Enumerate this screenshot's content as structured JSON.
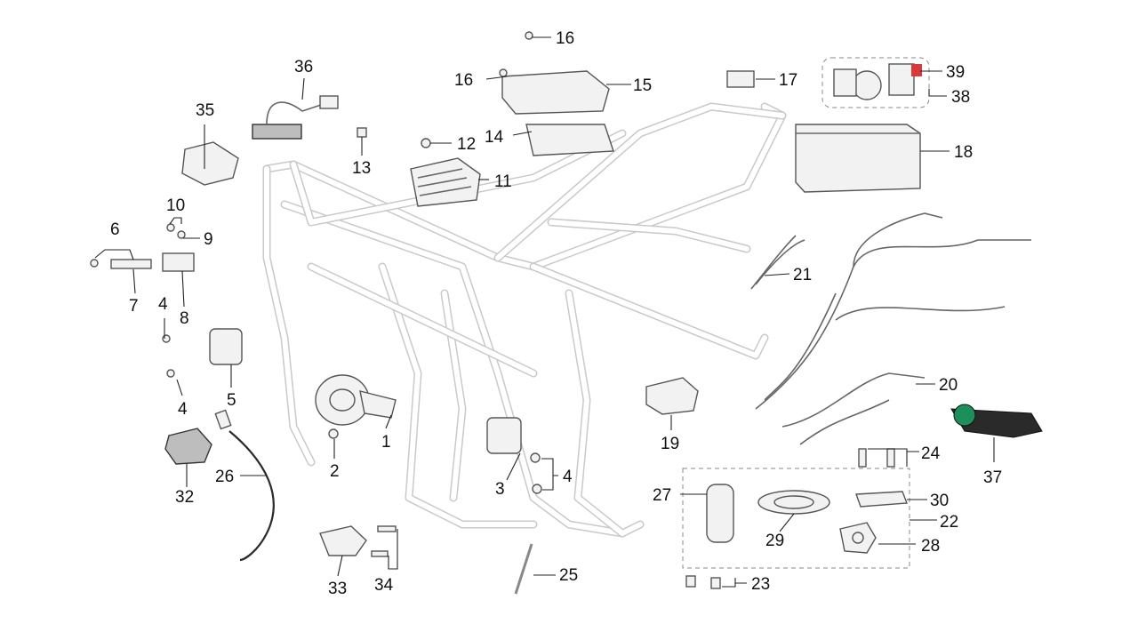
{
  "callouts": {
    "c1": "1",
    "c2": "2",
    "c3": "3",
    "c4a": "4",
    "c4b": "4",
    "c4c": "4",
    "c5": "5",
    "c6": "6",
    "c7": "7",
    "c8": "8",
    "c9": "9",
    "c10": "10",
    "c11": "11",
    "c12": "12",
    "c13": "13",
    "c14": "14",
    "c15": "15",
    "c16a": "16",
    "c16b": "16",
    "c17": "17",
    "c18": "18",
    "c19": "19",
    "c20": "20",
    "c21": "21",
    "c22": "22",
    "c23": "23",
    "c24": "24",
    "c25": "25",
    "c26": "26",
    "c27": "27",
    "c28": "28",
    "c29": "29",
    "c30": "30",
    "c32": "32",
    "c33": "33",
    "c34": "34",
    "c35": "35",
    "c36": "36",
    "c37": "37",
    "c38": "38",
    "c39": "39"
  },
  "colors": {
    "frame": "#c9c9c9",
    "ink": "#111111",
    "highlight_red": "#d83a3a",
    "cable_dark": "#2a2a2a",
    "switch_accent": "#1d8f5a"
  }
}
